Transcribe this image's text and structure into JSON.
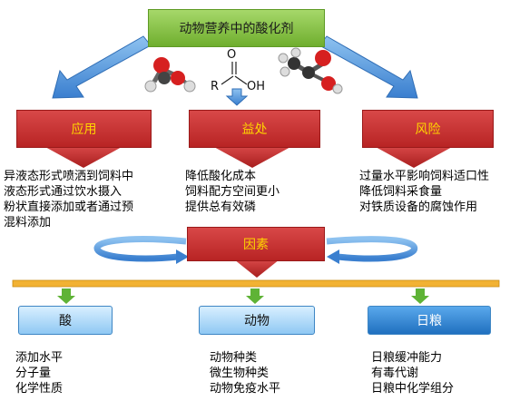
{
  "title": "动物营养中的酸化剂",
  "formula": {
    "r": "R",
    "o": "O",
    "oh": "OH"
  },
  "categories": [
    {
      "label": "应用",
      "items": [
        "异液态形式喷洒到饲料中",
        "液态形式通过饮水摄入",
        "粉状直接添加或者通过预",
        "混料添加"
      ]
    },
    {
      "label": "益处",
      "items": [
        "降低酸化成本",
        "饲料配方空间更小",
        "提供总有效磷"
      ]
    },
    {
      "label": "风险",
      "items": [
        "过量水平影响饲料适口性",
        "降低饲料采食量",
        "对铁质设备的腐蚀作用"
      ]
    }
  ],
  "factors_label": "因素",
  "factors": [
    {
      "label": "酸",
      "items": [
        "添加水平",
        "分子量",
        "化学性质"
      ]
    },
    {
      "label": "动物",
      "items": [
        "动物种类",
        "微生物种类",
        "动物免疫水平"
      ]
    },
    {
      "label": "日粮",
      "items": [
        "日粮缓冲能力",
        "有毒代谢",
        "日粮中化学组分"
      ]
    }
  ],
  "colors": {
    "green_box": "#8cc652",
    "red_box": "#c62828",
    "yellow_text": "#ffd400",
    "blue_arrow": "#4a90d9",
    "orange_bar": "#f2b233",
    "green_arrow": "#5fb336"
  }
}
